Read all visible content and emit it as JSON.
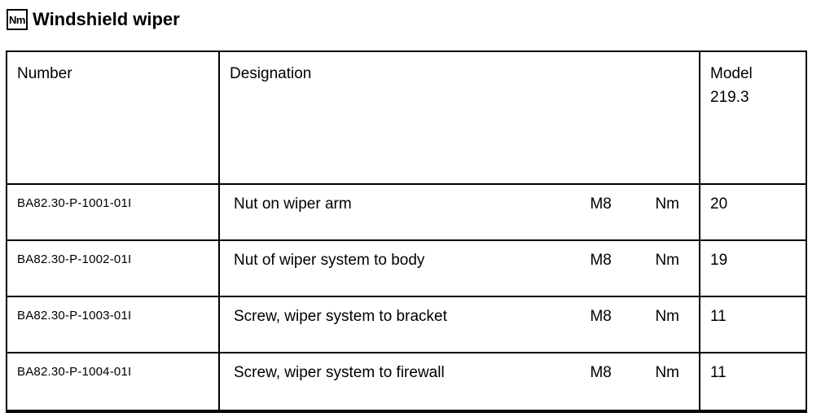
{
  "page": {
    "unit_icon_label": "Nm",
    "title": "Windshield wiper"
  },
  "table": {
    "headers": {
      "number": "Number",
      "designation": "Designation",
      "model_line1": "Model",
      "model_line2": "219.3"
    },
    "rows": [
      {
        "number": "BA82.30-P-1001-01I",
        "designation": "Nut on wiper arm",
        "thread": "M8",
        "unit": "Nm",
        "value": "20"
      },
      {
        "number": "BA82.30-P-1002-01I",
        "designation": "Nut of wiper system to body",
        "thread": "M8",
        "unit": "Nm",
        "value": "19"
      },
      {
        "number": "BA82.30-P-1003-01I",
        "designation": "Screw, wiper system to bracket",
        "thread": "M8",
        "unit": "Nm",
        "value": "11"
      },
      {
        "number": "BA82.30-P-1004-01I",
        "designation": "Screw, wiper system to firewall",
        "thread": "M8",
        "unit": "Nm",
        "value": "11"
      }
    ]
  },
  "colors": {
    "text": "#000000",
    "border": "#000000",
    "background": "#ffffff"
  }
}
